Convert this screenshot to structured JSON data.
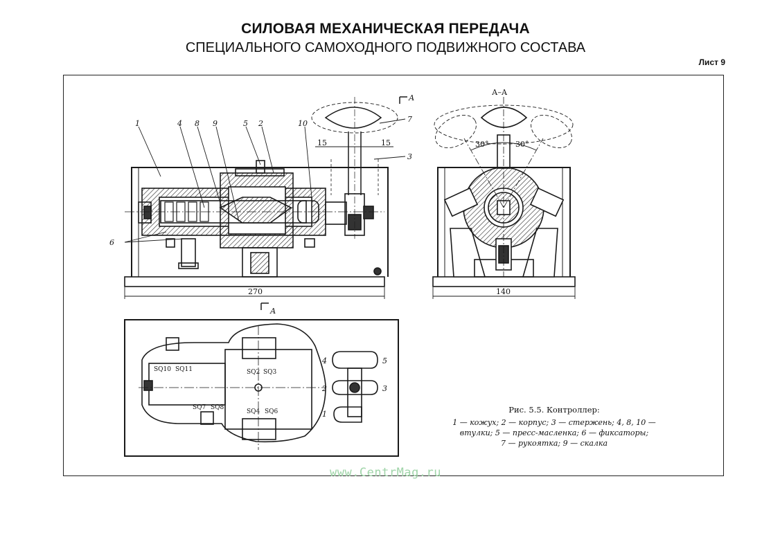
{
  "header": {
    "title_line1": "СИЛОВАЯ МЕХАНИЧЕСКАЯ ПЕРЕДАЧА",
    "title_line2": "СПЕЦИАЛЬНОГО САМОХОДНОГО ПОДВИЖНОГО СОСТАВА",
    "sheet_label": "Лист 9"
  },
  "diagram": {
    "main_view": {
      "part_labels": [
        "1",
        "4",
        "8",
        "9",
        "5",
        "2",
        "10",
        "6"
      ],
      "dimension": "270",
      "section_marker": "А"
    },
    "handle_detail": {
      "labels": [
        "7",
        "3"
      ],
      "dim_left": "15",
      "dim_right": "15"
    },
    "section_view": {
      "title": "А–А",
      "angle_left": "30°",
      "angle_right": "30°",
      "dimension": "140"
    },
    "plan_view": {
      "section_marker": "А",
      "switches": [
        "SQ10",
        "SQ11",
        "SQ7",
        "SQ8",
        "SQ2",
        "SQ3",
        "SQ4",
        "SQ6"
      ],
      "positions": [
        "4",
        "5",
        "2",
        "3",
        "1"
      ]
    }
  },
  "caption": {
    "heading": "Рис. 5.5. Контроллер:",
    "lines": [
      "1 — кожух; 2 — корпус; 3 — стержень; 4, 8, 10 —",
      "втулки; 5 — пресс-масленка; 6 — фиксаторы;",
      "7 — рукоятка; 9 — скалка"
    ]
  },
  "watermark": "www.CentrMag.ru"
}
